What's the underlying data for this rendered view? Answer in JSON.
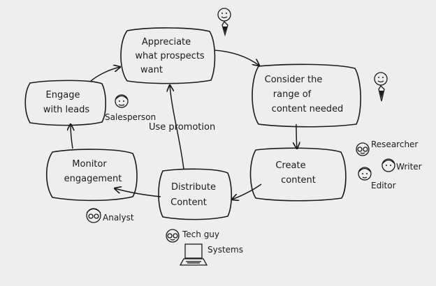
{
  "nodes": {
    "appreciate": {
      "line1": "Appreciate",
      "line2": "what prospects",
      "line3": "want"
    },
    "consider": {
      "line1": "Consider the",
      "line2": "range of",
      "line3": "content needed"
    },
    "create": {
      "line1": "Create",
      "line2": "content"
    },
    "distribute": {
      "line1": "Distribute",
      "line2": "Content"
    },
    "monitor": {
      "line1": "Monitor",
      "line2": "engagement"
    },
    "engage": {
      "line1": "Engage",
      "line2": "with leads"
    }
  },
  "edge_labels": {
    "use_promotion": "Use promotion"
  },
  "roles": {
    "salesperson": "Salesperson",
    "researcher": "Researcher",
    "writer": "Writer",
    "editor": "Editor",
    "analyst": "Analyst",
    "tech_guy": "Tech guy",
    "systems": "Systems"
  }
}
